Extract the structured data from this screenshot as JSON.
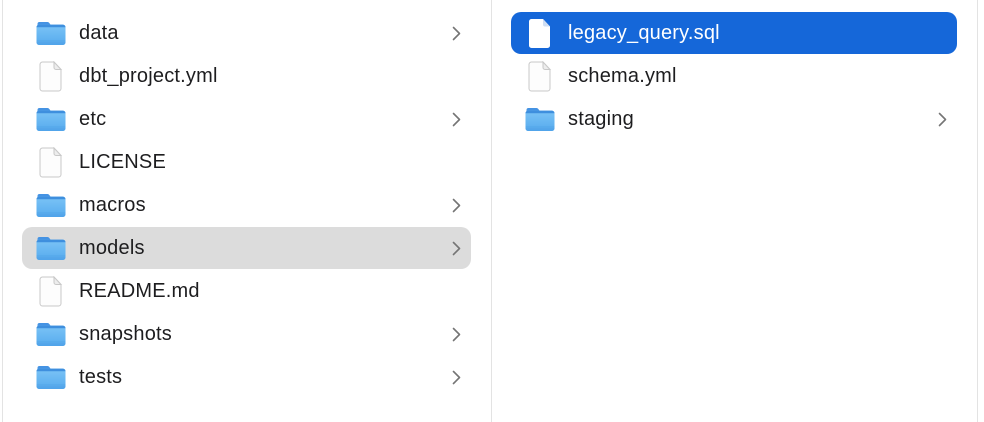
{
  "app": "finder-column-view",
  "colors": {
    "background": "#ffffff",
    "divider": "#e3e3e3",
    "text": "#1d1d1f",
    "selected_text": "#ffffff",
    "selection_active": "#1567d9",
    "selection_inactive": "#dcdcdc",
    "chevron": "#757575",
    "folder_blue": "#66b7f2",
    "folder_tab_blue": "#4593e3"
  },
  "columns": [
    {
      "name": "column-1",
      "items": [
        {
          "label": "data",
          "icon": "folder-icon",
          "chevron": true,
          "selected": "none"
        },
        {
          "label": "dbt_project.yml",
          "icon": "document-icon",
          "chevron": false,
          "selected": "none"
        },
        {
          "label": "etc",
          "icon": "folder-icon",
          "chevron": true,
          "selected": "none"
        },
        {
          "label": "LICENSE",
          "icon": "document-icon",
          "chevron": false,
          "selected": "none"
        },
        {
          "label": "macros",
          "icon": "folder-icon",
          "chevron": true,
          "selected": "none"
        },
        {
          "label": "models",
          "icon": "folder-icon",
          "chevron": true,
          "selected": "inactive"
        },
        {
          "label": "README.md",
          "icon": "document-icon",
          "chevron": false,
          "selected": "none"
        },
        {
          "label": "snapshots",
          "icon": "folder-icon",
          "chevron": true,
          "selected": "none"
        },
        {
          "label": "tests",
          "icon": "folder-icon",
          "chevron": true,
          "selected": "none"
        }
      ]
    },
    {
      "name": "column-2",
      "items": [
        {
          "label": "legacy_query.sql",
          "icon": "document-icon",
          "chevron": false,
          "selected": "active"
        },
        {
          "label": "schema.yml",
          "icon": "document-icon",
          "chevron": false,
          "selected": "none"
        },
        {
          "label": "staging",
          "icon": "folder-icon",
          "chevron": true,
          "selected": "none"
        }
      ]
    }
  ]
}
